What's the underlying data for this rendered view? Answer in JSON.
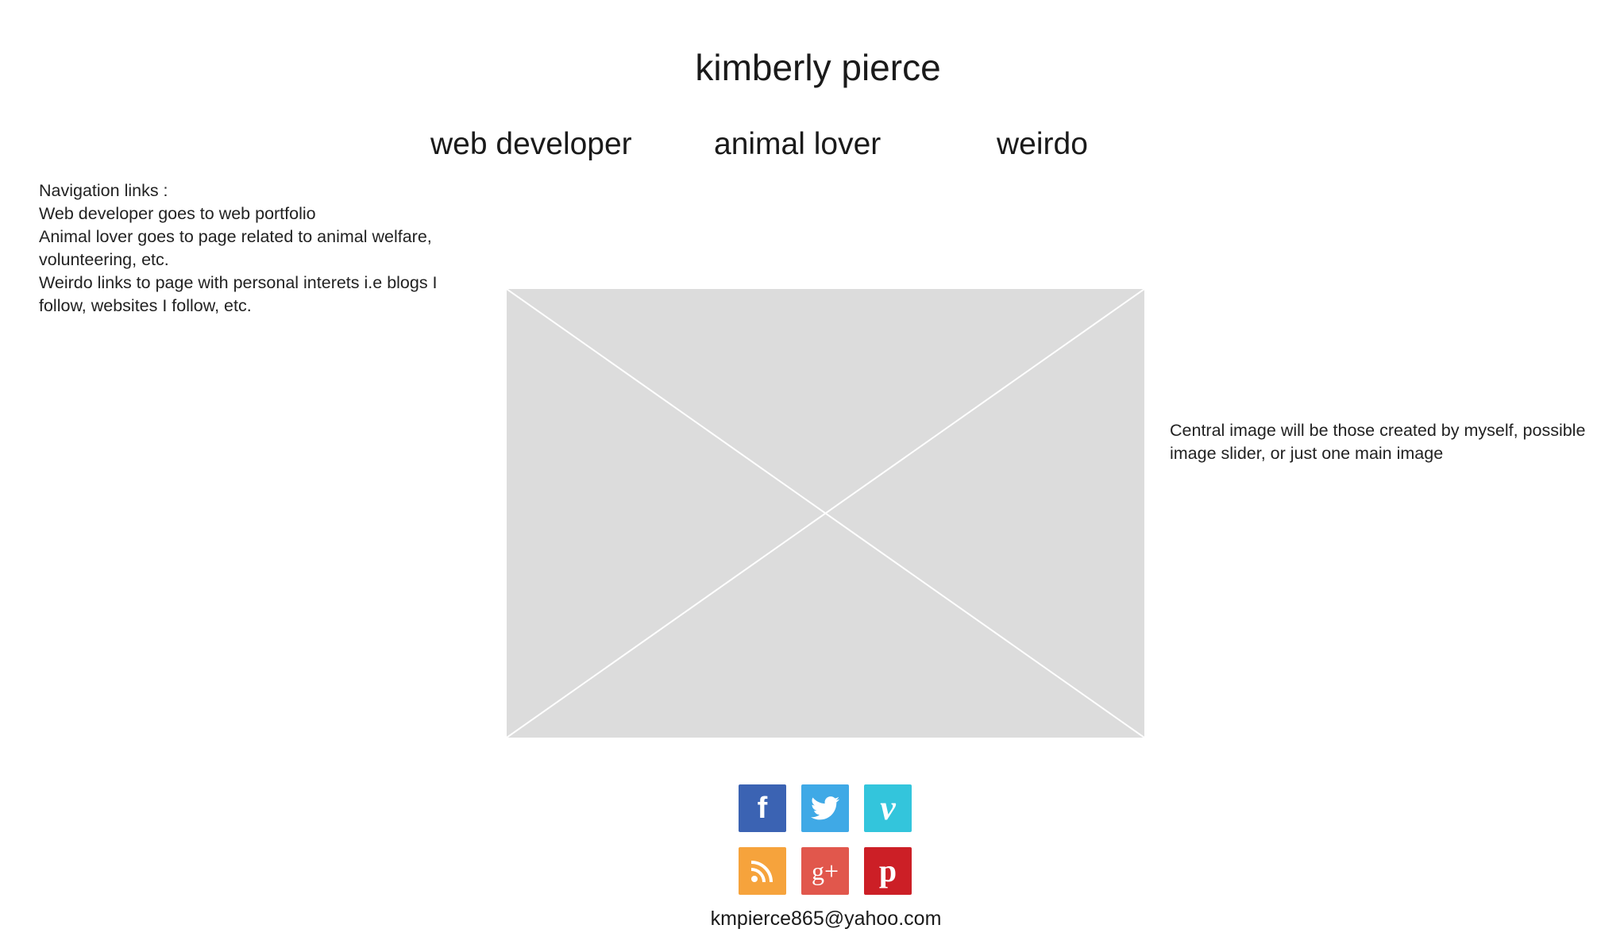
{
  "header": {
    "title": "kimberly pierce"
  },
  "nav": {
    "web_developer": "web developer",
    "animal_lover": "animal lover",
    "weirdo": "weirdo"
  },
  "notes": {
    "left_lines": [
      "Navigation links :",
      "Web developer goes to web portfolio",
      "Animal lover goes to page related to animal welfare,",
      "volunteering, etc.",
      "Weirdo links to page with personal interets i.e blogs I",
      "follow, websites I follow, etc."
    ],
    "right_lines": [
      "Central image will be those created by myself, possible",
      "image slider, or just one main image"
    ]
  },
  "social": {
    "facebook": {
      "icon": "facebook-icon",
      "glyph": "f",
      "color": "#3b63b3"
    },
    "twitter": {
      "icon": "twitter-icon",
      "color": "#3fa9e6"
    },
    "vimeo": {
      "icon": "vimeo-icon",
      "glyph": "v",
      "color": "#33c5dc"
    },
    "rss": {
      "icon": "rss-icon",
      "color": "#f6a33c"
    },
    "googleplus": {
      "icon": "google-plus-icon",
      "glyph": "g+",
      "color": "#e1574c"
    },
    "pinterest": {
      "icon": "pinterest-icon",
      "glyph": "p",
      "color": "#cc1f26"
    }
  },
  "footer": {
    "email": "kmpierce865@yahoo.com"
  }
}
